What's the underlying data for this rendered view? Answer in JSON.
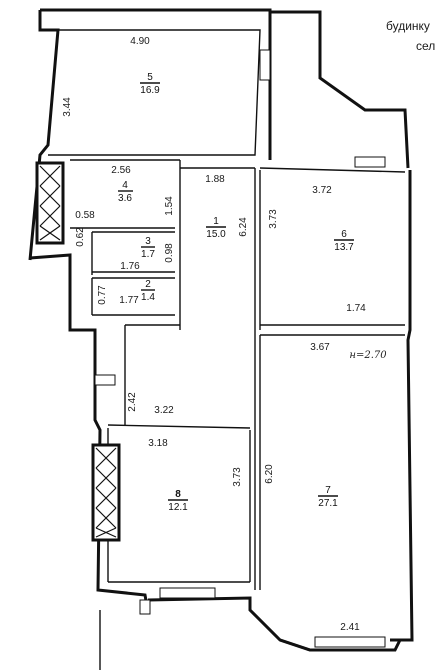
{
  "caption": {
    "line1": "будинку",
    "line2": "сел"
  },
  "rooms": [
    {
      "id": "5",
      "number": "5",
      "area": "16.9"
    },
    {
      "id": "4",
      "number": "4",
      "area": "3.6"
    },
    {
      "id": "3",
      "number": "3",
      "area": "1.7"
    },
    {
      "id": "2",
      "number": "2",
      "area": "1.4"
    },
    {
      "id": "1",
      "number": "1",
      "area": "15.0"
    },
    {
      "id": "6",
      "number": "6",
      "area": "13.7"
    },
    {
      "id": "7",
      "number": "7",
      "area": "27.1"
    },
    {
      "id": "8",
      "number": "8",
      "area": "12.1"
    }
  ],
  "dimensions": {
    "d490": "4.90",
    "d344": "3.44",
    "d256": "2.56",
    "d058": "0.58",
    "d154": "1.54",
    "d062": "0.62",
    "d098": "0.98",
    "d176": "1.76",
    "d077": "0.77",
    "d177": "1.77",
    "d188": "1.88",
    "d624": "6.24",
    "d373a": "3.73",
    "d372": "3.72",
    "d174": "1.74",
    "d367": "3.67",
    "d242": "2.42",
    "d322": "3.22",
    "d318": "3.18",
    "d373b": "3.73",
    "d620": "6.20",
    "d241": "2.41"
  },
  "note": {
    "height": "н=2.70"
  }
}
